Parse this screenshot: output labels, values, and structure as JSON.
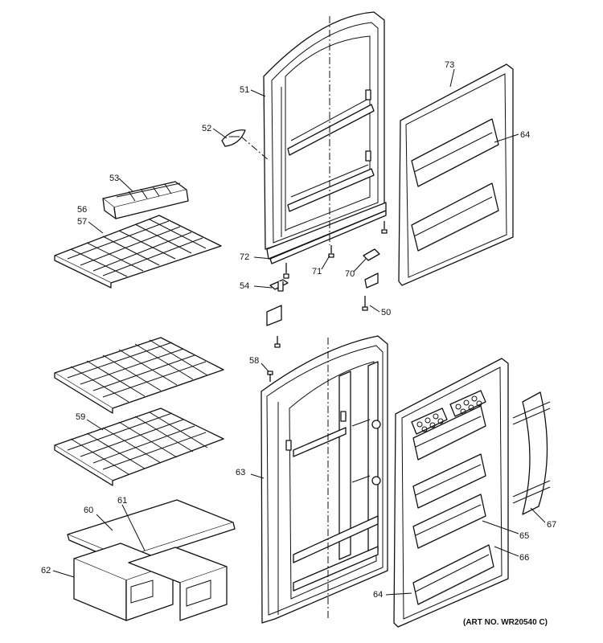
{
  "callouts": {
    "c50": "50",
    "c51": "51",
    "c52": "52",
    "c53": "53",
    "c54": "54",
    "c56": "56",
    "c57": "57",
    "c58": "58",
    "c59": "59",
    "c60": "60",
    "c61": "61",
    "c62": "62",
    "c63": "63",
    "c64a": "64",
    "c64b": "64",
    "c65": "65",
    "c66": "66",
    "c67": "67",
    "c70": "70",
    "c71": "71",
    "c72": "72",
    "c73": "73"
  },
  "art_number": "(ART NO. WR20540 C)",
  "colors": {
    "line": "#111111",
    "background": "#ffffff"
  }
}
